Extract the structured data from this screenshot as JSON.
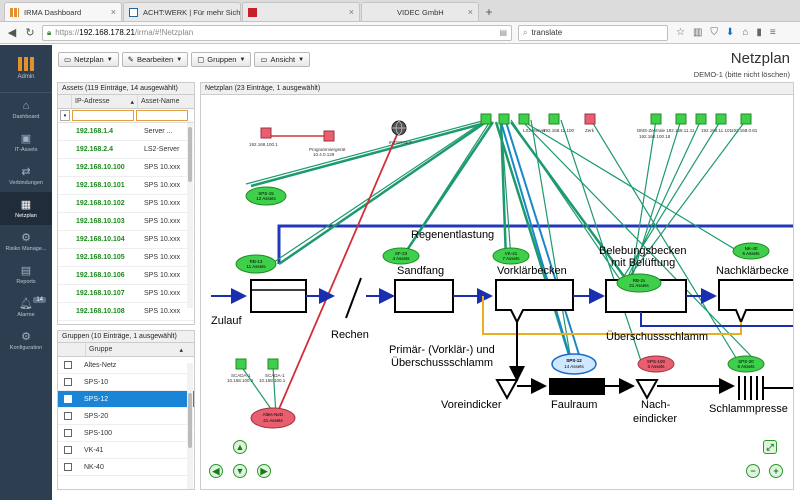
{
  "browser": {
    "tabs": [
      {
        "label": "IRMA Dashboard",
        "active": true
      },
      {
        "label": "ACHT:WERK | Für mehr Sich",
        "active": false
      },
      {
        "label": "",
        "active": false
      },
      {
        "label": "VIDEC GmbH",
        "active": false
      }
    ],
    "url_prefix": "https://",
    "url_host": "192.168.178.21",
    "url_path": "/irma/#!Netzplan",
    "search_value": "translate"
  },
  "sidebar": {
    "user": "Admin",
    "items": [
      {
        "label": "Dashboard",
        "icon": "home-icon"
      },
      {
        "label": "IT-Assets",
        "icon": "assets-icon"
      },
      {
        "label": "Verbindungen",
        "icon": "connections-icon"
      },
      {
        "label": "Netzplan",
        "icon": "map-icon",
        "active": true
      },
      {
        "label": "Risiko Manage...",
        "icon": "risk-icon"
      },
      {
        "label": "Reports",
        "icon": "reports-icon"
      },
      {
        "label": "Alarme",
        "icon": "alarm-icon",
        "badge": "14"
      },
      {
        "label": "Konfiguration",
        "icon": "gear-icon"
      }
    ]
  },
  "toolbar": {
    "netzplan": "Netzplan",
    "bearbeiten": "Bearbeiten",
    "gruppen": "Gruppen",
    "ansicht": "Ansicht"
  },
  "page": {
    "title": "Netzplan",
    "subtitle": "DEMO-1 (bitte nicht löschen)"
  },
  "assets": {
    "header": "Assets (119 Einträge, 14 ausgewählt)",
    "col_ip": "IP-Adresse",
    "col_name": "Asset-Name",
    "rows": [
      {
        "ip": "192.168.1.4",
        "name": "Server ..."
      },
      {
        "ip": "192.168.2.4",
        "name": "LS2-Server"
      },
      {
        "ip": "192.168.10.100",
        "name": "SPS 10.xxx"
      },
      {
        "ip": "192.168.10.101",
        "name": "SPS 10.xxx"
      },
      {
        "ip": "192.168.10.102",
        "name": "SPS 10.xxx"
      },
      {
        "ip": "192.168.10.103",
        "name": "SPS 10.xxx"
      },
      {
        "ip": "192.168.10.104",
        "name": "SPS 10.xxx"
      },
      {
        "ip": "192.168.10.105",
        "name": "SPS 10.xxx"
      },
      {
        "ip": "192.168.10.106",
        "name": "SPS 10.xxx"
      },
      {
        "ip": "192.168.10.107",
        "name": "SPS 10.xxx"
      },
      {
        "ip": "192.168.10.108",
        "name": "SPS 10.xxx"
      }
    ]
  },
  "groups": {
    "header": "Gruppen (10 Einträge, 1 ausgewählt)",
    "col_group": "Gruppe",
    "rows": [
      {
        "name": "Altes-Netz",
        "selected": false
      },
      {
        "name": "SPS-10",
        "selected": false
      },
      {
        "name": "SPS-12",
        "selected": true
      },
      {
        "name": "SPS-20",
        "selected": false
      },
      {
        "name": "SPS-100",
        "selected": false
      },
      {
        "name": "VK-41",
        "selected": false
      },
      {
        "name": "NK-40",
        "selected": false
      }
    ]
  },
  "netplan": {
    "header": "Netzplan (23 Einträge, 1 ausgewählt)",
    "process_labels": {
      "zulauf": "Zulauf",
      "rechen": "Rechen",
      "sandfang": "Sandfang",
      "vorklaer": "Vorklärbecken",
      "belebung1": "Belebungsbecken",
      "belebung2": "mit Belüftung",
      "nachklaer": "Nachklärbecke",
      "regen": "Regenentlastung",
      "ueberschuss": "Überschussschlamm",
      "primaer1": "Primär- (Vorklär-) und",
      "primaer2": "Überschussschlamm",
      "voreindicker": "Voreindicker",
      "faulraum": "Faulraum",
      "nach1": "Nach-",
      "nach2": "eindicker",
      "schlammpresse": "Schlammpresse"
    },
    "nodes": [
      {
        "id": "sps15",
        "name": "SPS-15",
        "sub": "12 Assets"
      },
      {
        "id": "rb13",
        "name": "RB-13",
        "sub": "11 Assets"
      },
      {
        "id": "sf23",
        "name": "SF-23",
        "sub": "4 Assets"
      },
      {
        "id": "vk41",
        "name": "VK-41",
        "sub": "7 Assets"
      },
      {
        "id": "rb2x",
        "name": "RB-2x",
        "sub": "21 Assets"
      },
      {
        "id": "nk40",
        "name": "NK-40",
        "sub": "5 Assets"
      },
      {
        "id": "sps12",
        "name": "SPS-12",
        "sub": "14 Assets"
      },
      {
        "id": "sps100",
        "name": "SPS-100",
        "sub": "3 Assets"
      },
      {
        "id": "sps20",
        "name": "SPS-20",
        "sub": "6 Assets"
      },
      {
        "id": "altesnetz",
        "name": "Altes-Netz",
        "sub": "21 Assets"
      }
    ],
    "small_labels": {
      "ip1": "192.168.100.1",
      "prog": "Programmiergerät",
      "prog_ip": "10.4.0.129",
      "internet": "INTERNET",
      "scada1": "SCADA-1",
      "scada1_ip": "10.168.100.2",
      "scada2": "SCADA-1",
      "scada2_ip": "10.168.100.1",
      "top1": "192.168.11.100",
      "top2": "DMS-Zentrale 192.168.11.11",
      "top3": "192.168.11.101",
      "top4": "192.168.0.81",
      "top5": "192.168.100.18",
      "top6": "Zerk",
      "top7": "LS2-Server"
    }
  }
}
